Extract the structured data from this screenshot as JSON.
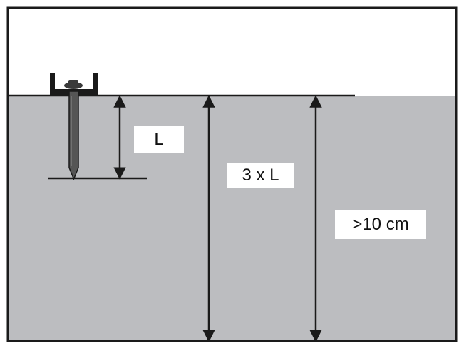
{
  "diagram": {
    "labels": {
      "peg_depth": "L",
      "triple_depth": "3 x L",
      "min_depth": ">10 cm"
    },
    "colors": {
      "soil": "#bcbdc0",
      "sky": "#ffffff",
      "line": "#1a1a1a",
      "peg": "#555555",
      "label_background": "#ffffff"
    },
    "icons": {
      "peg": "ground-peg-icon",
      "bracket": "u-bracket-icon",
      "arrows": "double-arrow-icon"
    }
  }
}
